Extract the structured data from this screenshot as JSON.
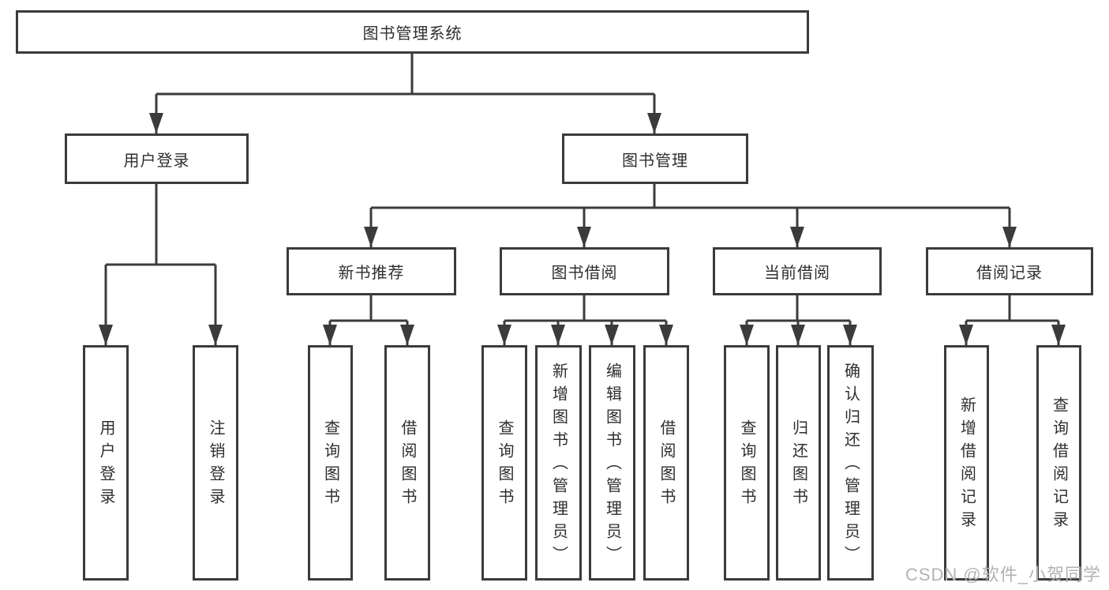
{
  "diagram": {
    "title": "图书管理系统",
    "branches": [
      {
        "label": "用户登录",
        "leaves": [
          "用户登录",
          "注销登录"
        ]
      },
      {
        "label": "图书管理",
        "groups": [
          {
            "label": "新书推荐",
            "leaves": [
              "查询图书",
              "借阅图书"
            ]
          },
          {
            "label": "图书借阅",
            "leaves": [
              "查询图书",
              "新增图书（管理员）",
              "编辑图书（管理员）",
              "借阅图书"
            ]
          },
          {
            "label": "当前借阅",
            "leaves": [
              "查询图书",
              "归还图书",
              "确认归还（管理员）"
            ]
          },
          {
            "label": "借阅记录",
            "leaves": [
              "新增借阅记录",
              "查询借阅记录"
            ]
          }
        ]
      }
    ]
  },
  "watermark": {
    "text": "CSDN @软件_小贺同学"
  },
  "colors": {
    "line": "#3b3b3b",
    "text": "#2f2f2f",
    "watermark": "#b3b3b3",
    "background": "#ffffff"
  }
}
